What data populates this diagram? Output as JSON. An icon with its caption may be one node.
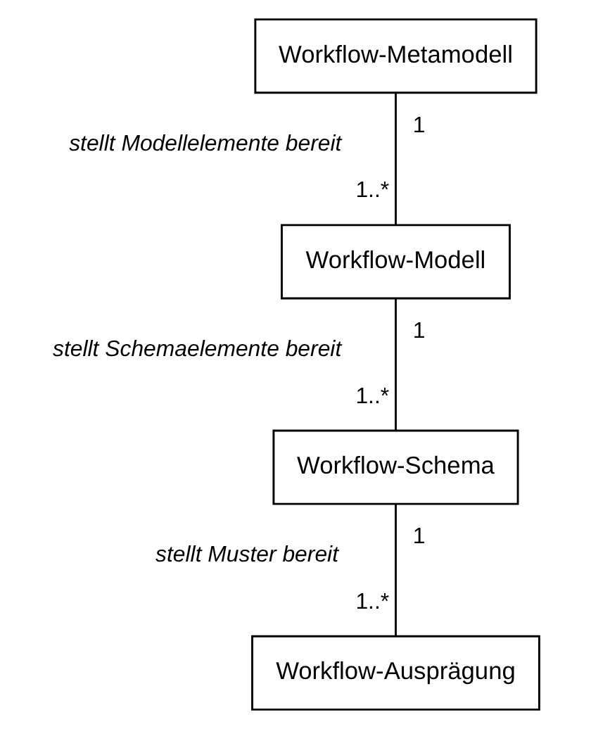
{
  "diagram": {
    "nodes": [
      {
        "text": [
          "Workflow-Metamodell"
        ]
      },
      {
        "text": [
          "Workflow-Modell"
        ]
      },
      {
        "text": [
          "Workflow-Schema"
        ]
      },
      {
        "text": [
          "Workflow-Ausprägung"
        ]
      }
    ],
    "edges": [
      {
        "from": 0,
        "to": 1,
        "arrow": "none",
        "label": "stellt Modellelemente bereit"
      },
      {
        "from": 1,
        "to": 2,
        "arrow": "none",
        "label": "stellt Schemaelemente bereit"
      },
      {
        "from": 2,
        "to": 3,
        "arrow": "none",
        "label": "stellt Muster bereit"
      }
    ],
    "labels": [
      "1",
      "1..*",
      "1",
      "1..*",
      "1",
      "1..*"
    ]
  }
}
